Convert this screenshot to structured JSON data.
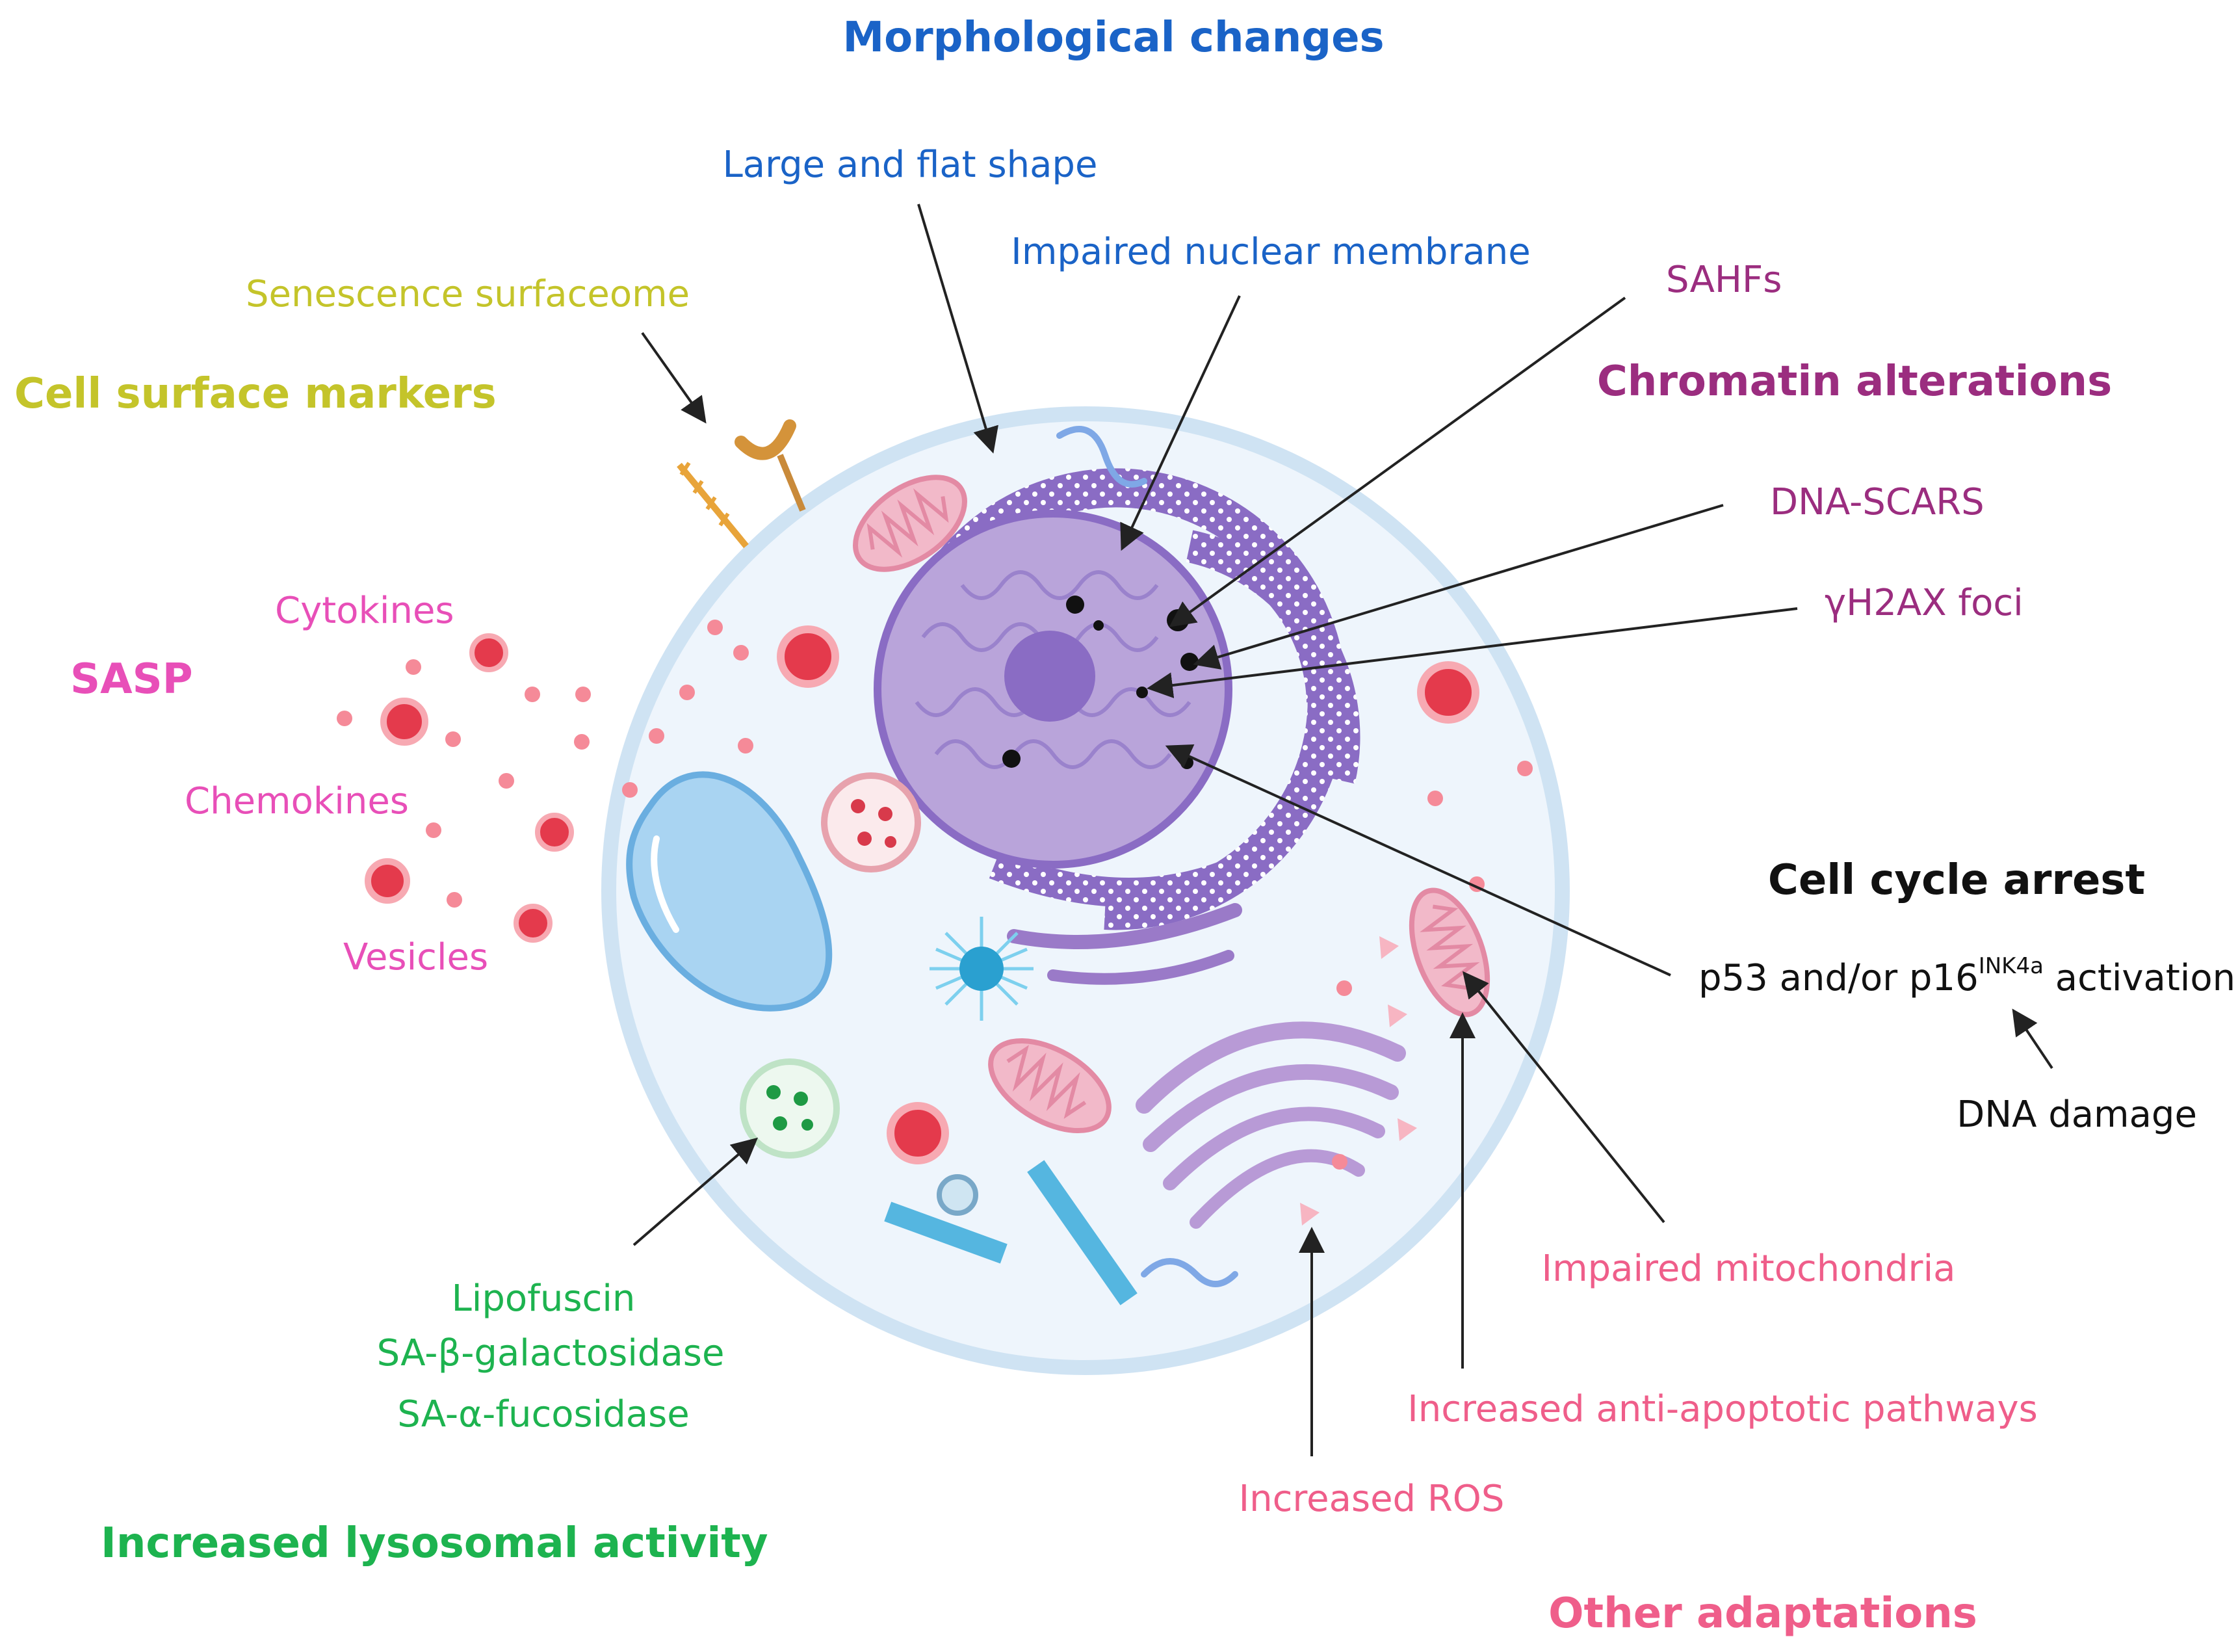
{
  "colors": {
    "morphology": "#1a63c7",
    "chromatin": "#9b2d7f",
    "surface": "#c4c42a",
    "sasp": "#e84fb8",
    "lysosome": "#1db34f",
    "other": "#ef5e8a",
    "cycle": "#111111",
    "membrane": "#b9d7ec",
    "cytoplasm": "#eef5fc",
    "nucleus": "#b9a4da",
    "chromatin_fill": "#7a5cb5"
  },
  "headings": {
    "morphological": "Morphological changes",
    "chromatin": "Chromatin alterations",
    "surface": "Cell surface markers",
    "sasp": "SASP",
    "lysosomal": "Increased lysosomal activity",
    "cycle": "Cell cycle arrest",
    "other": "Other adaptations"
  },
  "labels": {
    "large_flat": "Large and flat shape",
    "nuclear_membrane": "Impaired nuclear membrane",
    "sahfs": "SAHFs",
    "dna_scars": "DNA-SCARS",
    "h2ax": "γH2AX foci",
    "surfaceome": "Senescence surfaceome",
    "cytokines": "Cytokines",
    "chemokines": "Chemokines",
    "vesicles": "Vesicles",
    "p53_pre": "p53 and/or p16",
    "p53_sup": "INK4a",
    "p53_post": " activation",
    "dna_damage": "DNA damage",
    "lipofuscin": "Lipofuscin",
    "sa_beta": "SA-β-galactosidase",
    "sa_alpha": "SA-α-fucosidase",
    "mito": "Impaired mitochondria",
    "anti_apoptotic": "Increased anti-apoptotic pathways",
    "ros": "Increased ROS"
  },
  "icons": [
    "cell-membrane-icon",
    "nucleus-icon",
    "mitochondria-icon",
    "vacuole-icon",
    "lysosome-icon",
    "golgi-icon",
    "centrosome-icon",
    "receptor-icon"
  ]
}
